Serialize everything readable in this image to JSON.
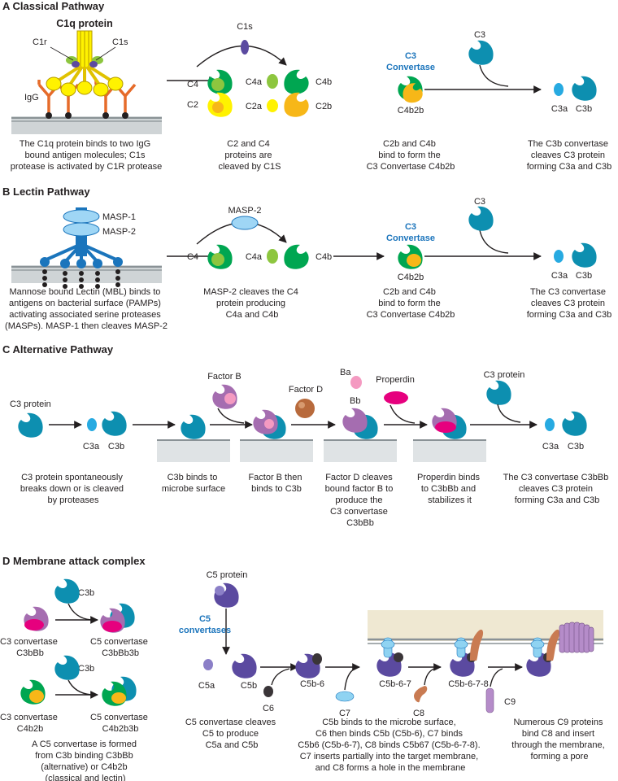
{
  "colors": {
    "c3_teal": "#27aae1",
    "c3b_teal": "#0d8fb0",
    "c4_green": "#00a651",
    "c4_light_green": "#8dc63f",
    "c2_yellow": "#fff200",
    "c2_gold": "#f7b718",
    "factor_b_purple": "#a56db0",
    "factor_b_pink": "#f49ac1",
    "factor_d_brown": "#b86a3c",
    "properdin_magenta": "#e6007e",
    "c5_purple": "#5b4aa0",
    "c5a_lavender": "#8b7fc7",
    "c6_dark": "#3a3538",
    "c7_light_blue": "#8fd3f2",
    "c8_copper": "#c97b52",
    "c9_violet": "#b58cc9",
    "igg_orange": "#e66b2a",
    "mbl_blue": "#1b75bc",
    "masp_light_blue": "#9fd6f5",
    "membrane_grey": "#cfd4d6",
    "blue_label": "#1c75bc"
  },
  "sections": {
    "a": {
      "title": "A   Classical Pathway"
    },
    "b": {
      "title": "B   Lectin Pathway"
    },
    "c": {
      "title": "C   Alternative Pathway"
    },
    "d": {
      "title": "D   Membrane attack complex"
    }
  },
  "classical": {
    "c1q": "C1q protein",
    "c1r": "C1r",
    "c1s": "C1s",
    "igg": "IgG",
    "c1s_enzyme": "C1s",
    "c4": "C4",
    "c2": "C2",
    "c4a": "C4a",
    "c4b": "C4b",
    "c2a": "C2a",
    "c2b": "C2b",
    "convertase_line1": "C3",
    "convertase_line2": "Convertase",
    "c4b2b": "C4b2b",
    "c3": "C3",
    "c3a": "C3a",
    "c3b": "C3b",
    "caption1": [
      "The C1q protein binds to two IgG",
      "bound antigen molecules; C1s",
      "protease is activated by C1R protease"
    ],
    "caption2": [
      "C2 and C4",
      "proteins are",
      "cleaved by C1S"
    ],
    "caption3": [
      "C2b and C4b",
      "bind to form the",
      "C3 Convertase C4b2b"
    ],
    "caption4": [
      "The C3b convertase",
      "cleaves C3 protein",
      "forming C3a and C3b"
    ]
  },
  "lectin": {
    "masp1": "MASP-1",
    "masp2": "MASP-2",
    "masp2_enzyme": "MASP-2",
    "c4": "C4",
    "c4a": "C4a",
    "c4b": "C4b",
    "convertase_line1": "C3",
    "convertase_line2": "Convertase",
    "c4b2b": "C4b2b",
    "c3": "C3",
    "c3a": "C3a",
    "c3b": "C3b",
    "caption1": [
      "Mannose bound Lectin (MBL) binds to",
      "antigens on bacterial surface (PAMPs)",
      "activating associated serine proteases",
      "(MASPs). MASP-1 then cleaves MASP-2"
    ],
    "caption2": [
      "MASP-2 cleaves the C4",
      "protein producing",
      "C4a and C4b"
    ],
    "caption3": [
      "C2b and C4b",
      "bind to form the",
      "C3 Convertase C4b2b"
    ],
    "caption4": [
      "The C3 convertase",
      "cleaves C3 protein",
      "forming C3a and C3b"
    ]
  },
  "alternative": {
    "c3_protein": "C3 protein",
    "c3a": "C3a",
    "c3b": "C3b",
    "factor_b": "Factor B",
    "factor_d": "Factor D",
    "ba": "Ba",
    "bb": "Bb",
    "properdin": "Properdin",
    "c3_protein_2": "C3 protein",
    "c3a_2": "C3a",
    "c3b_2": "C3b",
    "caption1": [
      "C3 protein spontaneously",
      "breaks down or is cleaved",
      "by proteases"
    ],
    "caption2": [
      "C3b binds to",
      "microbe surface"
    ],
    "caption3": [
      "Factor B then",
      "binds to C3b"
    ],
    "caption4": [
      "Factor D cleaves",
      "bound factor B to",
      "produce the",
      "C3 convertase",
      "C3bBb"
    ],
    "caption5": [
      "Properdin binds",
      "to C3bBb and",
      "stabilizes it"
    ],
    "caption6": [
      "The C3 convertase C3bBb",
      "cleaves C3 protein",
      "forming C3a and C3b"
    ]
  },
  "mac": {
    "c3b_top": "C3b",
    "c3_conv_alt": [
      "C3 convertase",
      "C3bBb"
    ],
    "c5_conv_alt": [
      "C5 convertase",
      "C3bBb3b"
    ],
    "c3b_bottom": "C3b",
    "c3_conv_cl": [
      "C3 convertase",
      "C4b2b"
    ],
    "c5_conv_cl": [
      "C5 convertase",
      "C4b2b3b"
    ],
    "c5_protein": "C5 protein",
    "c5_convertases": [
      "C5",
      "convertases"
    ],
    "c5a": "C5a",
    "c5b": "C5b",
    "c6": "C6",
    "c5b6": "C5b-6",
    "c7": "C7",
    "c5b67": "C5b-6-7",
    "c8": "C8",
    "c5b678": "C5b-6-7-8",
    "c9": "C9",
    "caption1": [
      "A C5 convertase is formed",
      "from C3b binding C3bBb",
      "(alternative) or C4b2b",
      "(classical and lectin)"
    ],
    "caption2": [
      "C5 convertase cleaves",
      "C5 to produce",
      "C5a and C5b"
    ],
    "caption3": [
      "C5b binds to the microbe surface,",
      "C6 then binds C5b (C5b-6),  C7 binds",
      "C5b6 (C5b-6-7), C8 binds C5b67 (C5b-6-7-8).",
      "C7 inserts partially into the target membrane,",
      "and C8 forms a hole in the membrane"
    ],
    "caption4": [
      "Numerous C9 proteins",
      "bind C8 and insert",
      "through the membrane,",
      "forming a pore"
    ]
  }
}
